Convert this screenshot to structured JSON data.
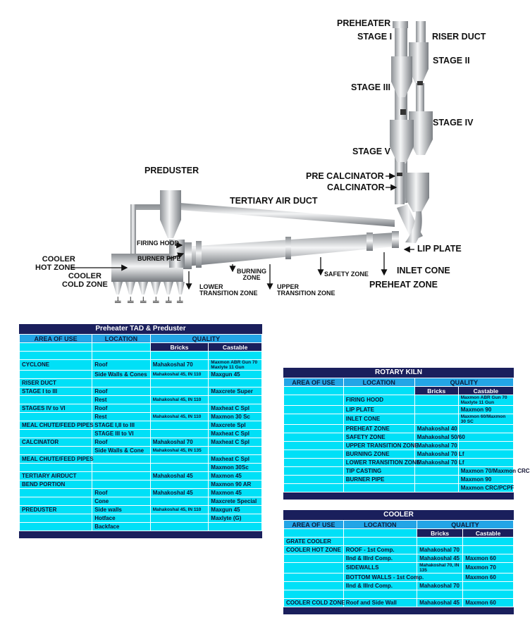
{
  "diagram": {
    "labels": {
      "preheater": "PREHEATER",
      "stage1": "STAGE I",
      "riser_duct": "RISER DUCT",
      "stage2": "STAGE II",
      "stage3": "STAGE III",
      "stage4": "STAGE IV",
      "stage5": "STAGE V",
      "pre_calcinator": "PRE CALCINATOR",
      "calcinator": "CALCINATOR",
      "preduster": "PREDUSTER",
      "tertiary_air_duct": "TERTIARY AIR DUCT",
      "firing_hood": "FIRING HOOD",
      "burner_pipe": "BURNER PIPE",
      "cooler_hot_zone": "COOLER\nHOT ZONE",
      "cooler_cold_zone": "COOLER\nCOLD ZONE",
      "lip_plate": "LIP PLATE",
      "inlet_cone": "INLET CONE",
      "preheat_zone": "PREHEAT ZONE",
      "safety_zone": "SAFETY ZONE",
      "burning_zone": "BURNING\nZONE",
      "upper_transition_zone": "UPPER\nTRANSITION ZONE",
      "lower_transition_zone": "LOWER\nTRANSITION ZONE"
    }
  },
  "preheater_table": {
    "title": "Preheater TAD & Preduster",
    "headers": [
      "AREA OF USE",
      "LOCATION",
      "QUALITY"
    ],
    "subheaders": [
      "Bricks",
      "Castable"
    ],
    "rows": [
      [
        "",
        "",
        "",
        ""
      ],
      [
        "CYCLONE",
        "Roof",
        "Mahakoshal 70",
        "Maxmon ABR Gun 70 Maxlyte 11 Gun"
      ],
      [
        "",
        "Side Walls & Cones",
        "Mahakoshal 45, IN 110",
        "Maxgun 45"
      ],
      [
        "RISER DUCT",
        "",
        "",
        ""
      ],
      [
        "STAGE I to III",
        "Roof",
        "",
        "Maxcrete Super"
      ],
      [
        "",
        "Rest",
        "Mahakoshal 45, IN 110",
        ""
      ],
      [
        "STAGES IV to VI",
        "Roof",
        "",
        "Maxheat C Spl"
      ],
      [
        "",
        "Rest",
        "Mahakoshal 45, IN 110",
        "Maxmon 30 Sc"
      ],
      [
        "MEAL CHUTE/FEED PIPES",
        "STAGE I,II to III",
        "",
        "Maxcrete Spl"
      ],
      [
        "",
        "STAGE III to VI",
        "",
        "Maxheat C Spl"
      ],
      [
        "CALCINATOR",
        "Roof",
        "Mahakoshal 70",
        "Maxheat C Spl"
      ],
      [
        "",
        "Side Walls & Cone",
        "Mahakoshal 45, IN 135",
        ""
      ],
      [
        "MEAL CHUTE/FEED PIPES",
        "",
        "",
        "Maxheat C Spl"
      ],
      [
        "",
        "",
        "",
        "Maxmon 30Sc"
      ],
      [
        "TERTIARY AIRDUCT",
        "",
        "Mahakoshal 45",
        "Maxmon 45"
      ],
      [
        "BEND PORTION",
        "",
        "",
        "Maxmon 90 AR"
      ],
      [
        "",
        "Roof",
        "Mahakoshal 45",
        "Maxmon 45"
      ],
      [
        "",
        "Cone",
        "",
        "Maxcrete Special"
      ],
      [
        "PREDUSTER",
        "Side walls",
        "Mahakoshal 45, IN 110",
        "Maxgun 45"
      ],
      [
        "",
        "Hotface",
        "",
        "Maxlyte (G)"
      ],
      [
        "",
        "Backface",
        "",
        ""
      ]
    ]
  },
  "kiln_table": {
    "title": "ROTARY KILN",
    "headers": [
      "AREA OF USE",
      "LOCATION",
      "QUALITY"
    ],
    "subheaders": [
      "Bricks",
      "Castable"
    ],
    "rows": [
      [
        "",
        "FIRING HOOD",
        "",
        "Maxmon ABR Gun 70 Maxlyte 11 Gun"
      ],
      [
        "",
        "LIP PLATE",
        "",
        "Maxmon 90"
      ],
      [
        "",
        "INLET CONE",
        "",
        "Maxmon 60/Maxmon 30 SC"
      ],
      [
        "",
        "PREHEAT ZONE",
        "Mahakoshal 40",
        ""
      ],
      [
        "",
        "SAFETY ZONE",
        "Mahakoshal 50/60",
        ""
      ],
      [
        "",
        "UPPER TRANSITION ZONE",
        "Mahakoshal 70",
        ""
      ],
      [
        "",
        "BURNING ZONE",
        "Mahakoshal 70 Lf",
        ""
      ],
      [
        "",
        "LOWER TRANSITION ZONE",
        "Mahakoshal 70 Lf",
        ""
      ],
      [
        "",
        "TIP CASTING",
        "",
        "Maxmon 70/Maxmon CRC"
      ],
      [
        "",
        "BURNER PIPE",
        "",
        "Maxmon 90"
      ],
      [
        "",
        "",
        "",
        "Maxmon CRC/PCPF"
      ]
    ]
  },
  "cooler_table": {
    "title": "COOLER",
    "headers": [
      "AREA OF USE",
      "LOCATION",
      "QUALITY"
    ],
    "subheaders": [
      "Bricks",
      "Castable"
    ],
    "rows": [
      [
        "GRATE COOLER",
        "",
        "",
        ""
      ],
      [
        "COOLER HOT ZONE",
        "ROOF - 1st Comp.",
        "Mahakoshal 70",
        ""
      ],
      [
        "",
        "IInd & IIIrd Comp.",
        "Mahakoshal 45",
        "Maxmon 60"
      ],
      [
        "",
        "SIDEWALLS",
        "Mahakoshal 70, IN 135",
        "Maxmon 70"
      ],
      [
        "",
        "BOTTOM WALLS - 1st Comp.",
        "",
        "Maxmon 60"
      ],
      [
        "",
        "IInd & IIIrd Comp.",
        "Mahakoshal 70",
        ""
      ],
      [
        "",
        "",
        "",
        ""
      ],
      [
        "COOLER COLD ZONE",
        "Roof and Side Wall",
        "Mahakoshal 45",
        "Maxmon 60"
      ]
    ]
  }
}
